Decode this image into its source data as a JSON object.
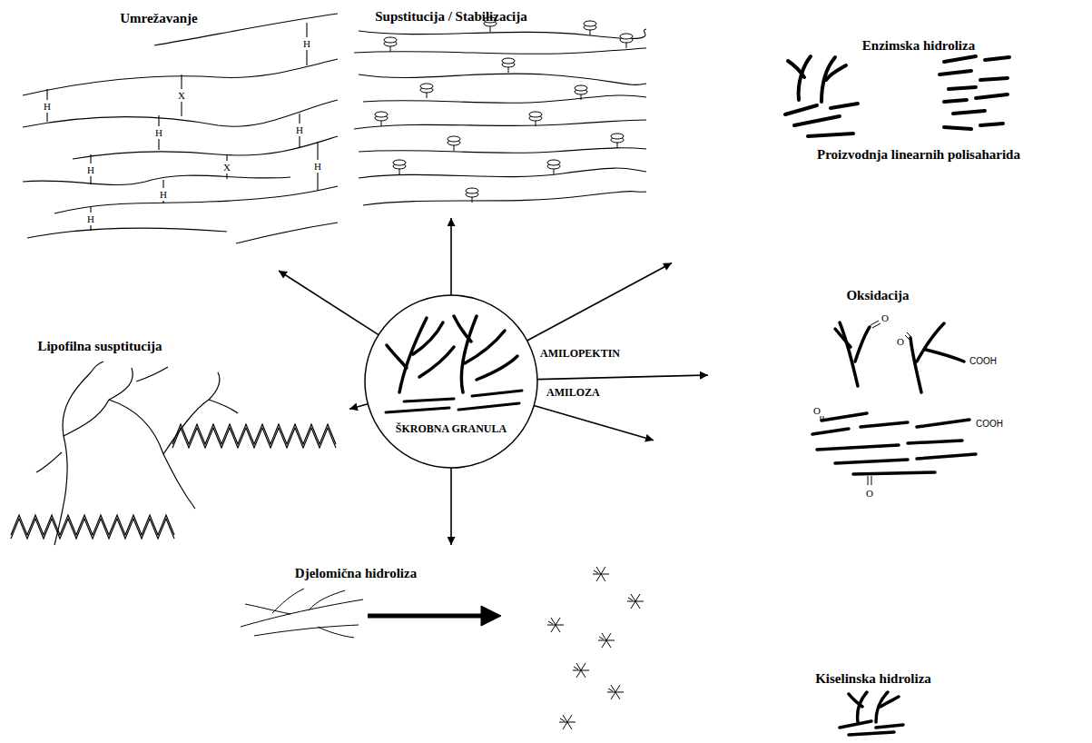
{
  "diagram": {
    "nodes": [
      {
        "text": [
          "Umrežavanje"
        ]
      },
      {
        "text": [
          "Supstitucija / Stabilizacija"
        ]
      },
      {
        "text": [
          "Enzimska hidroliza",
          "Proizvodnja linearnih polisaharida"
        ]
      },
      {
        "text": [
          "Oksidacija"
        ]
      },
      {
        "text": [
          "Lipofilna susptitucija"
        ]
      },
      {
        "text": [
          "AMILOPEKTIN",
          "AMILOZA",
          "ŠKROBNA GRANULA"
        ]
      },
      {
        "text": [
          "Djelomična hidroliza"
        ]
      },
      {
        "text": [
          "Kiselinska hidroliza"
        ]
      }
    ],
    "edges": [
      {
        "from": 5,
        "to": 0,
        "arrow": "to"
      },
      {
        "from": 5,
        "to": 1,
        "arrow": "to"
      },
      {
        "from": 5,
        "to": 2,
        "arrow": "to"
      },
      {
        "from": 5,
        "to": 3,
        "arrow": "to"
      },
      {
        "from": 5,
        "to": 4,
        "arrow": "to"
      },
      {
        "from": 5,
        "to": 6,
        "arrow": "to"
      },
      {
        "from": 5,
        "to": 7,
        "arrow": "to"
      }
    ],
    "labels": [
      "H",
      "H",
      "X",
      "H",
      "H",
      "H",
      "X",
      "H",
      "H",
      "H",
      "O",
      "O",
      "COOH",
      "O",
      "COOH",
      "O"
    ]
  }
}
